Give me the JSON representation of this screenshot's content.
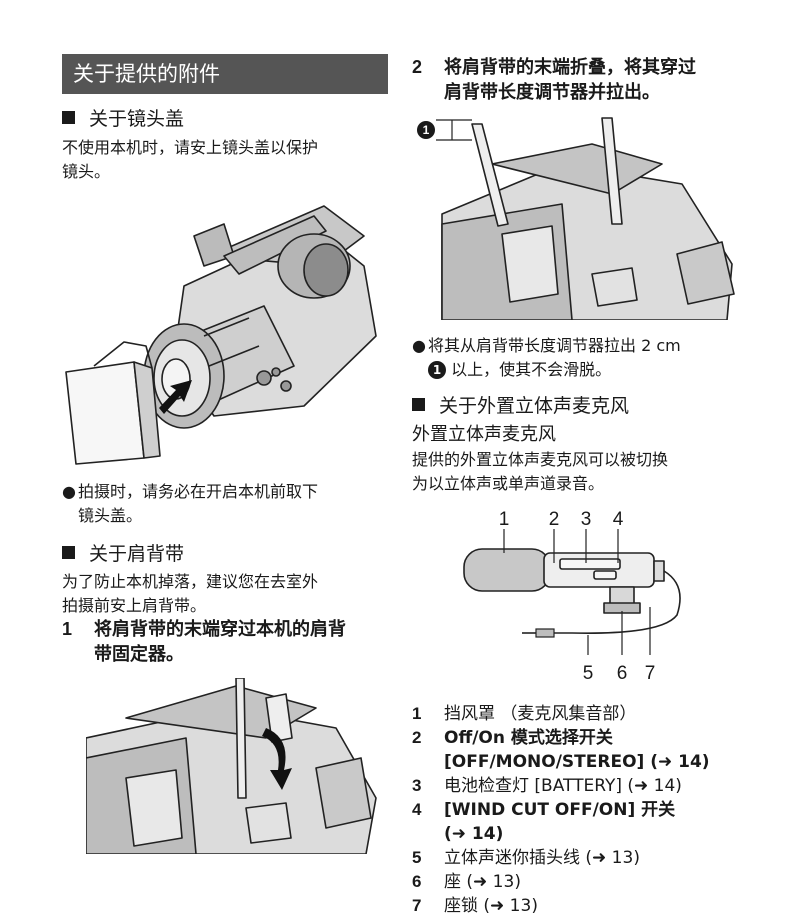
{
  "left": {
    "section_title": "关于提供的附件",
    "lens_cap": {
      "heading": "关于镜头盖",
      "text_line1": "不使用本机时，请安上镜头盖以保护",
      "text_line2": "镜头。",
      "bullet_line1": "拍摄时，请务必在开启本机前取下",
      "bullet_line2": "镜头盖。"
    },
    "strap": {
      "heading": "关于肩背带",
      "text_line1": "为了防止本机掉落，建议您在去室外",
      "text_line2": "拍摄前安上肩背带。",
      "step1_num": "1",
      "step1_line1": "将肩背带的末端穿过本机的肩背",
      "step1_line2": "带固定器。"
    }
  },
  "right": {
    "step2_num": "2",
    "step2_line1": "将肩背带的末端折叠，将其穿过",
    "step2_line2": "肩背带长度调节器并拉出。",
    "callout": "1",
    "bullet_line1": "将其从肩背带长度调节器拉出 2 cm",
    "bullet_line2": "以上，使其不会滑脱。",
    "bullet_circled": "1",
    "mic": {
      "heading": "关于外置立体声麦克风",
      "subheading": "外置立体声麦克风",
      "text_line1": "提供的外置立体声麦克风可以被切换",
      "text_line2": "为以立体声或单声道录音。",
      "labels_top": [
        "1",
        "2",
        "3",
        "4"
      ],
      "labels_bottom": [
        "5",
        "6",
        "7"
      ]
    },
    "parts": [
      {
        "num": "1",
        "text": "挡风罩 （麦克风集音部）"
      },
      {
        "num": "2",
        "text": "Off/On 模式选择开关",
        "text2": "[OFF/MONO/STEREO] (➜ 14)"
      },
      {
        "num": "3",
        "text": "电池检查灯 [BATTERY] (➜ 14)"
      },
      {
        "num": "4",
        "text": "[WIND CUT OFF/ON] 开关",
        "text2": "(➜ 14)"
      },
      {
        "num": "5",
        "text": "立体声迷你插头线 (➜ 13)"
      },
      {
        "num": "6",
        "text": "座 (➜ 13)"
      },
      {
        "num": "7",
        "text": "座锁 (➜ 13)"
      }
    ]
  }
}
